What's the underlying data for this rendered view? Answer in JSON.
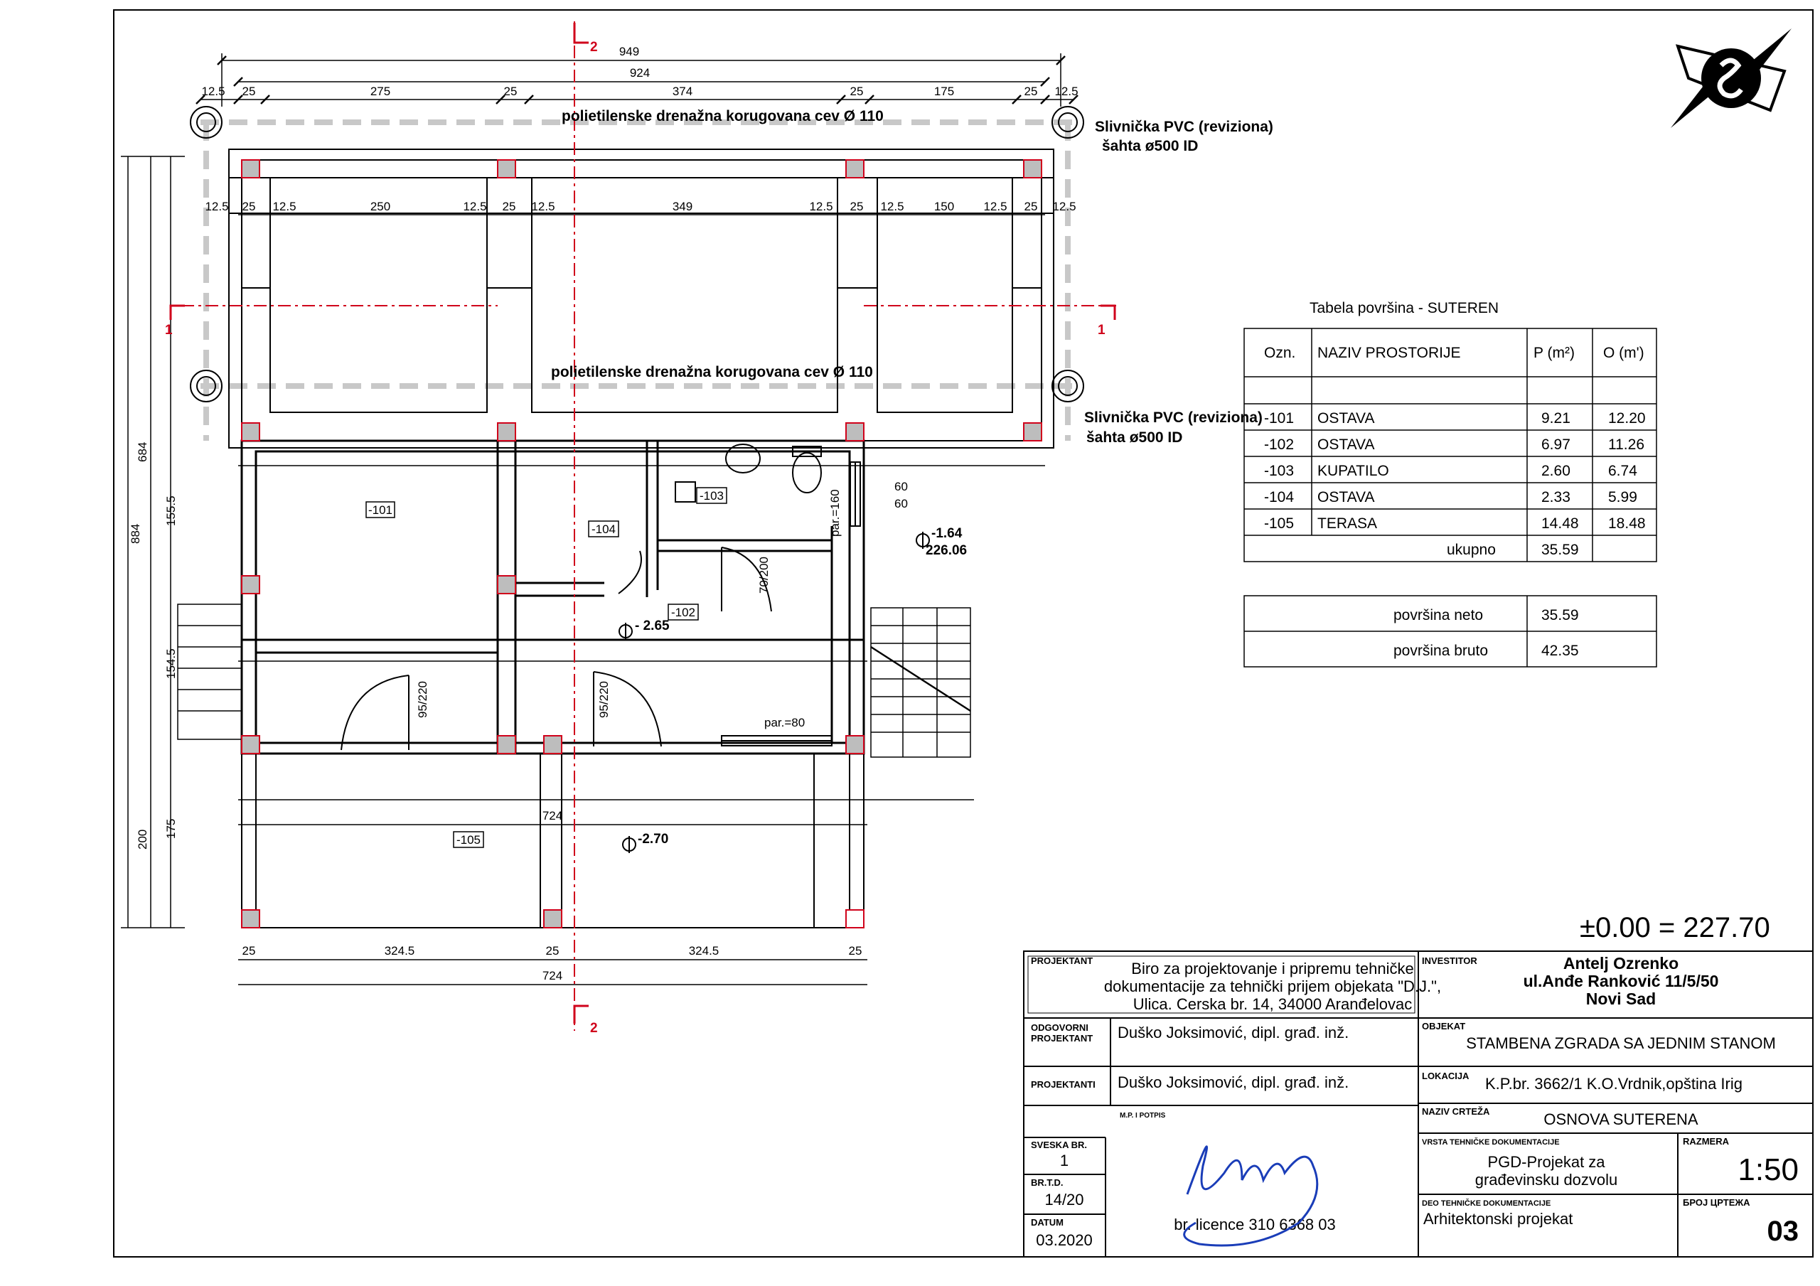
{
  "plan": {
    "overall_dims": [
      "949",
      "924"
    ],
    "top_segments": [
      "12.5",
      "25",
      "275",
      "25",
      "374",
      "25",
      "175",
      "25",
      "12.5"
    ],
    "inner_top": [
      "12.5",
      "25",
      "12.5",
      "250",
      "12.5",
      "25",
      "12.5",
      "349",
      "12.5",
      "25",
      "12.5",
      "150",
      "12.5",
      "25",
      "12.5"
    ],
    "drain_label_top": "polietilenske drenažna korugovana cev Ø 110",
    "drain_label_mid": "polietilenske drenažna korugovana cev Ø 110",
    "shaft_top_1": "Slivnička PVC (reviziona)",
    "shaft_top_2": "šahta ø500 ID",
    "shaft_mid_1": "Slivnička PVC (reviziona)",
    "shaft_mid_2": "šahta ø500 ID",
    "section_2": "2",
    "section_1": "1",
    "rooms": [
      "-101",
      "-102",
      "-103",
      "-104",
      "-105"
    ],
    "elev_a": "-1.64",
    "elev_a2": "226.06",
    "elev_b": "- 2.65",
    "elev_c": "-2.70",
    "door_a": "95/220",
    "door_b": "95/220",
    "door_c": "70/200",
    "par_a": "par.=160",
    "par_b": "par.=80",
    "window_a": "60",
    "window_b": "60",
    "bottom_segments": [
      "25",
      "324.5",
      "25",
      "324.5",
      "25"
    ],
    "bottom_total": "724",
    "mid_total": "724",
    "left_dims": [
      "884",
      "684",
      "155.5",
      "154.5",
      "200",
      "175"
    ],
    "zero_level": "±0.00 = 227.70"
  },
  "area_table": {
    "title": "Tabela površina - SUTEREN",
    "headers": [
      "Ozn.",
      "NAZIV PROSTORIJE",
      "P (m²)",
      "O (m')"
    ],
    "rows": [
      [
        "-101",
        "OSTAVA",
        "9.21",
        "12.20"
      ],
      [
        "-102",
        "OSTAVA",
        "6.97",
        "11.26"
      ],
      [
        "-103",
        "KUPATILO",
        "2.60",
        "6.74"
      ],
      [
        "-104",
        "OSTAVA",
        "2.33",
        "5.99"
      ],
      [
        "-105",
        "TERASA",
        "14.48",
        "18.48"
      ]
    ],
    "total_label": "ukupno",
    "total_value": "35.59",
    "neto_label": "površina neto",
    "neto_value": "35.59",
    "bruto_label": "površina bruto",
    "bruto_value": "42.35"
  },
  "title_block": {
    "projektant_label": "PROJEKTANT",
    "projektant_1": "Biro za projektovanje i pripremu tehničke",
    "projektant_2": "dokumentacije za tehnički prijem objekata \"D.J.\",",
    "projektant_3": "Ulica. Cerska br. 14, 34000 Aranđelovac",
    "investitor_label": "INVESTITOR",
    "investitor_1": "Antelj Ozrenko",
    "investitor_2": "ul.Anđe Ranković  11/5/50",
    "investitor_3": "Novi Sad",
    "odgovorni_label_1": "ODGOVORNI",
    "odgovorni_label_2": "PROJEKTANT",
    "odgovorni_value": "Duško Joksimović, dipl. građ. inž.",
    "objekat_label": "OBJEKAT",
    "objekat_value": "STAMBENA ZGRADA SA JEDNIM STANOM",
    "projektanti_label": "PROJEKTANTI",
    "projektanti_value": "Duško Joksimović, dipl. građ. inž.",
    "lokacija_label": "LOKACIJA",
    "lokacija_value": "K.P.br. 3662/1 K.O.Vrdnik,opština Irig",
    "mp_label": "M.P. I POTPIS",
    "naziv_label": "NAZIV CRTEŽA",
    "naziv_value": "OSNOVA SUTERENA",
    "sveska_label": "SVESKA BR.",
    "sveska_value": "1",
    "brtd_label": "BR.T.D.",
    "brtd_value": "14/20",
    "datum_label": "DATUM",
    "datum_value": "03.2020",
    "licence": "br. licence 310 6368 03",
    "vrsta_label": "VRSTA TEHNIČKE DOKUMENTACIJE",
    "vrsta_1": "PGD-Projekat za",
    "vrsta_2": "građevinsku dozvolu",
    "razmera_label": "RAZMERA",
    "razmera_value": "1:50",
    "deo_label": "DEO TEHNIČKE DOKUMENTACIJE",
    "deo_value": "Arhitektonski projekat",
    "broj_label": "БРОЈ ЦРТЕЖА",
    "broj_value": "03"
  }
}
